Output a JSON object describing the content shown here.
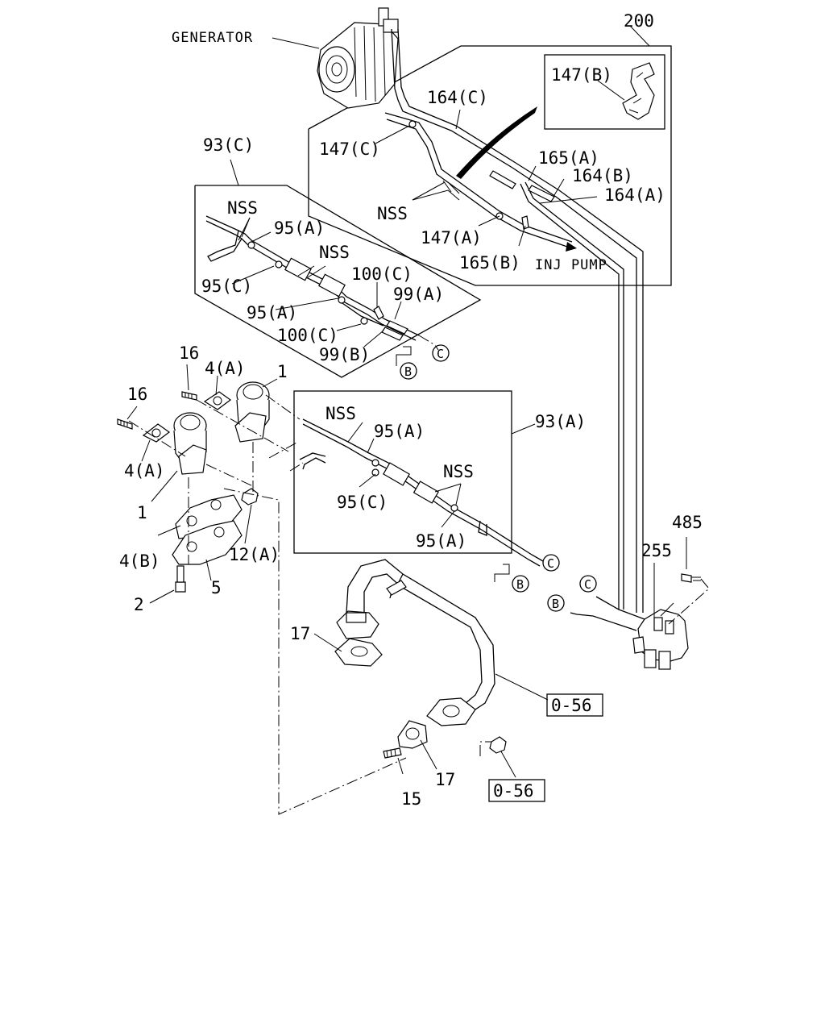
{
  "labels": {
    "generator": "GENERATOR",
    "ref_200": "200",
    "p147b_inset": "147(B)",
    "p164c": "164(C)",
    "p147c": "147(C)",
    "p165a": "165(A)",
    "p164b": "164(B)",
    "p164a": "164(A)",
    "nss_top": "NSS",
    "p147a": "147(A)",
    "p165b": "165(B)",
    "inj_pump": "INJ PUMP",
    "p93c": "93(C)",
    "nss_c1": "NSS",
    "p95a_c1": "95(A)",
    "nss_c2": "NSS",
    "p95c_c": "95(C)",
    "p100c_1": "100(C)",
    "p95a_c2": "95(A)",
    "p99a": "99(A)",
    "p100c_2": "100(C)",
    "p99b": "99(B)",
    "circ_c_1": "C",
    "circ_b_1": "B",
    "p16_1": "16",
    "p4a_1": "4(A)",
    "p1_1": "1",
    "p16_2": "16",
    "p4a_2": "4(A)",
    "p1_2": "1",
    "p4b": "4(B)",
    "p12a": "12(A)",
    "p5": "5",
    "p2": "2",
    "nss_a1": "NSS",
    "p95a_a1": "95(A)",
    "p93a": "93(A)",
    "p95c_a": "95(C)",
    "nss_a2": "NSS",
    "p95a_a2": "95(A)",
    "circ_c_2": "C",
    "circ_b_2": "B",
    "p485": "485",
    "p255": "255",
    "circ_c_3": "C",
    "circ_b_3": "B",
    "p17_1": "17",
    "ref_056_1": "0-56",
    "p17_2": "17",
    "p15": "15",
    "ref_056_2": "0-56"
  },
  "icons": [
    "generator",
    "egr-valve",
    "vacuum-switching-valve",
    "exhaust-pipe",
    "hose-clip",
    "vacuum-hose"
  ]
}
